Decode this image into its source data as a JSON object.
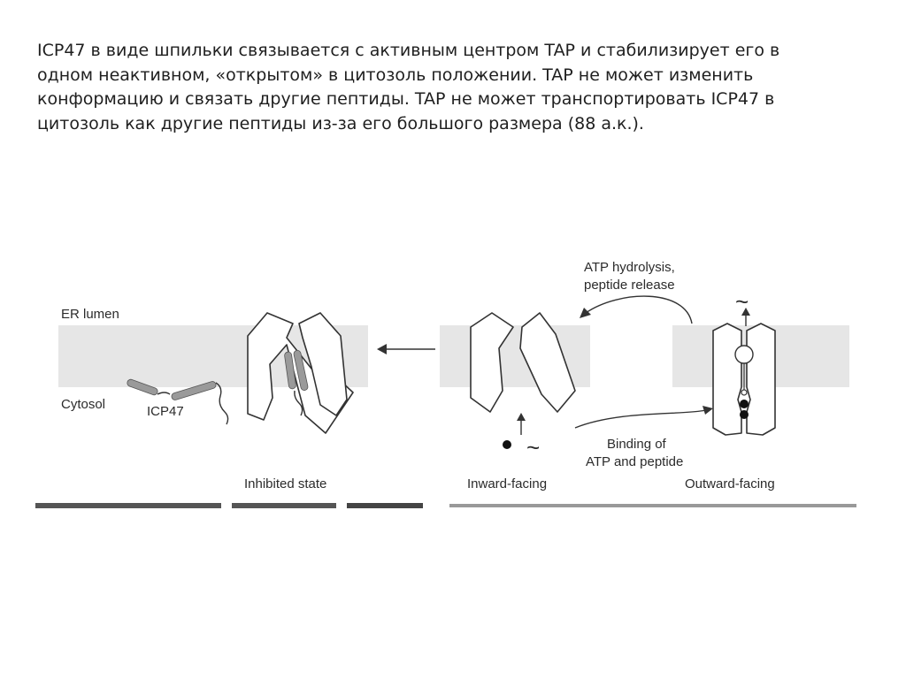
{
  "paragraph": {
    "lines": [
      "ICP47 в виде шпильки связывается с активным центром TAP и стабилизирует его в",
      "одном неактивном, «открытом» в цитозоль положении. TAP не может изменить",
      "конформацию и связать другие пептиды. TAP не может  транспортировать ICP47 в",
      "цитозоль как другие пептиды из-за его большого размера (88 а.к.)."
    ]
  },
  "figure": {
    "er_lumen_label": "ER lumen",
    "cytosol_label": "Cytosol",
    "icp47_label": "ICP47",
    "hydrolysis_label_line1": "ATP hydrolysis,",
    "hydrolysis_label_line2": "peptide release",
    "binding_label_line1": "Binding of",
    "binding_label_line2": "ATP and peptide",
    "peptide_symbol": "~",
    "state_labels": {
      "inhibited": "Inhibited state",
      "inward": "Inward-facing",
      "outward": "Outward-facing"
    },
    "colors": {
      "membrane": "#e6e6e6",
      "helix": "#9a9a9a",
      "outline": "#333333"
    }
  }
}
